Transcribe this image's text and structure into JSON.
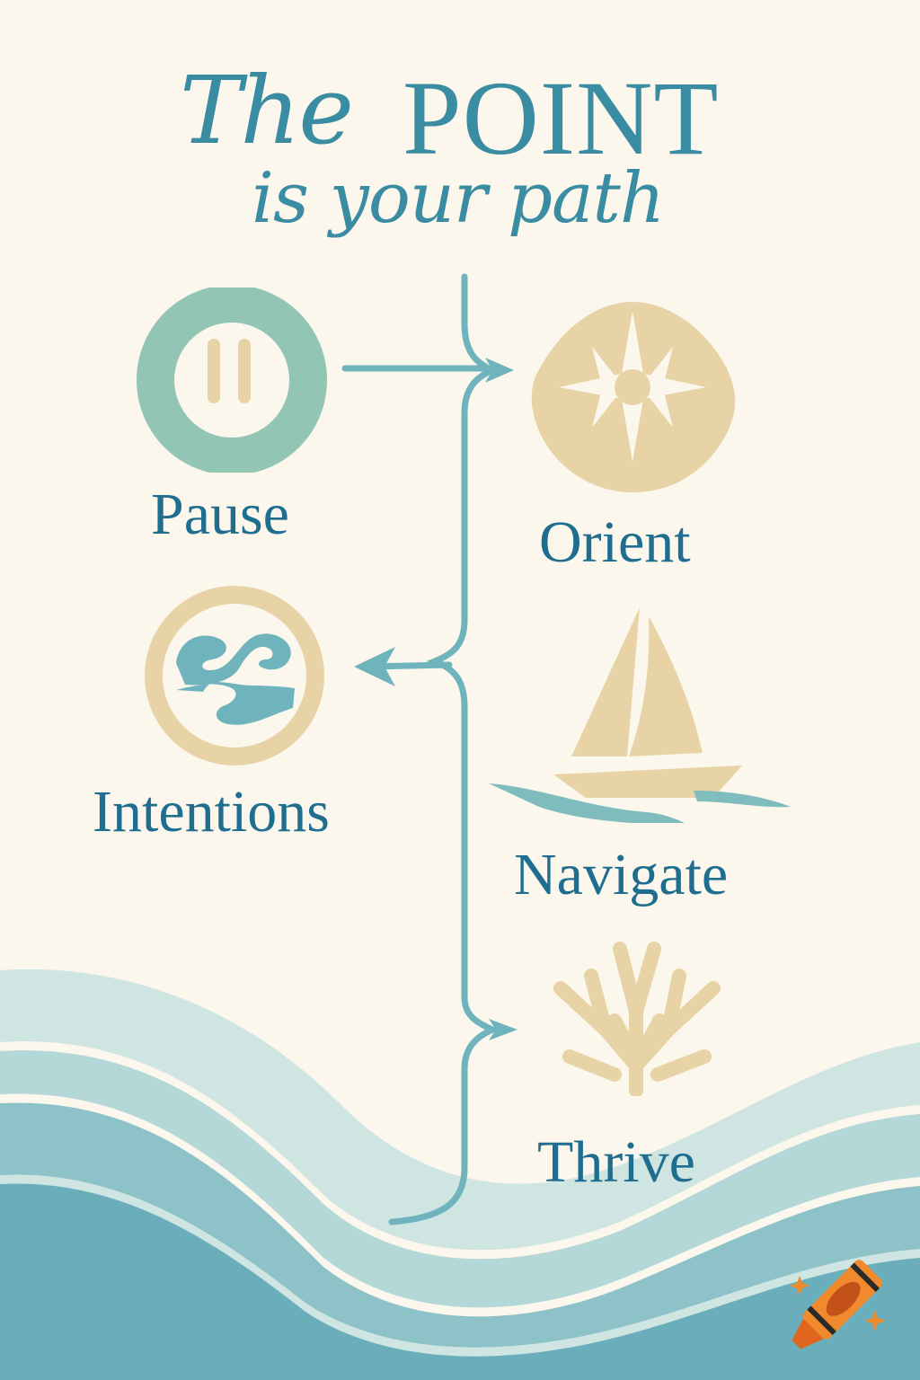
{
  "title": {
    "line1_script": "The",
    "line1_caps": "POINT",
    "line2": "is your path"
  },
  "steps": [
    {
      "label": "Pause",
      "icon": "pause-icon"
    },
    {
      "label": "Orient",
      "icon": "compass-star-icon"
    },
    {
      "label": "Intentions",
      "icon": "intertwined-waves-icon"
    },
    {
      "label": "Navigate",
      "icon": "sailboat-icon"
    },
    {
      "label": "Thrive",
      "icon": "coral-icon"
    }
  ],
  "colors": {
    "background": "#fcf7ed",
    "title_teal": "#3a8ca3",
    "label_blue": "#1f6e8f",
    "sand": "#e8d3a6",
    "sage": "#93c5b5",
    "sea_teal": "#6fb3bd",
    "wave_light": "#cfe5e2",
    "wave_mid": "#a7d1d3",
    "wave_deep": "#6aaebc",
    "crayon_orange": "#f08a2c"
  }
}
